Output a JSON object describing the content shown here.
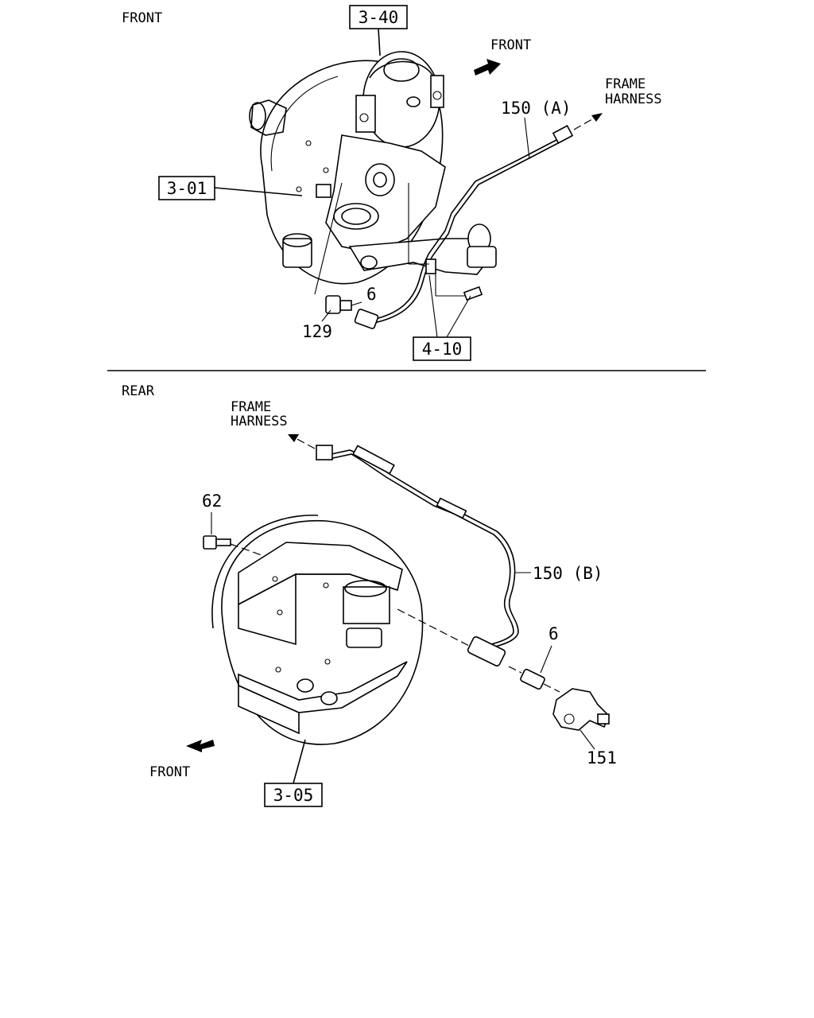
{
  "front_section": {
    "title": "FRONT",
    "direction_label": "FRONT",
    "harness_label_line1": "FRAME",
    "harness_label_line2": "HARNESS",
    "ref_boxes": {
      "brake_drum": "3-40",
      "knuckle": "3-01",
      "clip": "4-10"
    },
    "part_numbers": {
      "sensor_harness": "150 (A)",
      "bushing": "6",
      "sensor": "129"
    }
  },
  "rear_section": {
    "title": "REAR",
    "direction_label": "FRONT",
    "harness_label_line1": "FRAME",
    "harness_label_line2": "HARNESS",
    "ref_boxes": {
      "brake_assembly": "3-05"
    },
    "part_numbers": {
      "bolt": "62",
      "sensor_harness": "150 (B)",
      "bushing": "6",
      "bracket": "151"
    }
  }
}
